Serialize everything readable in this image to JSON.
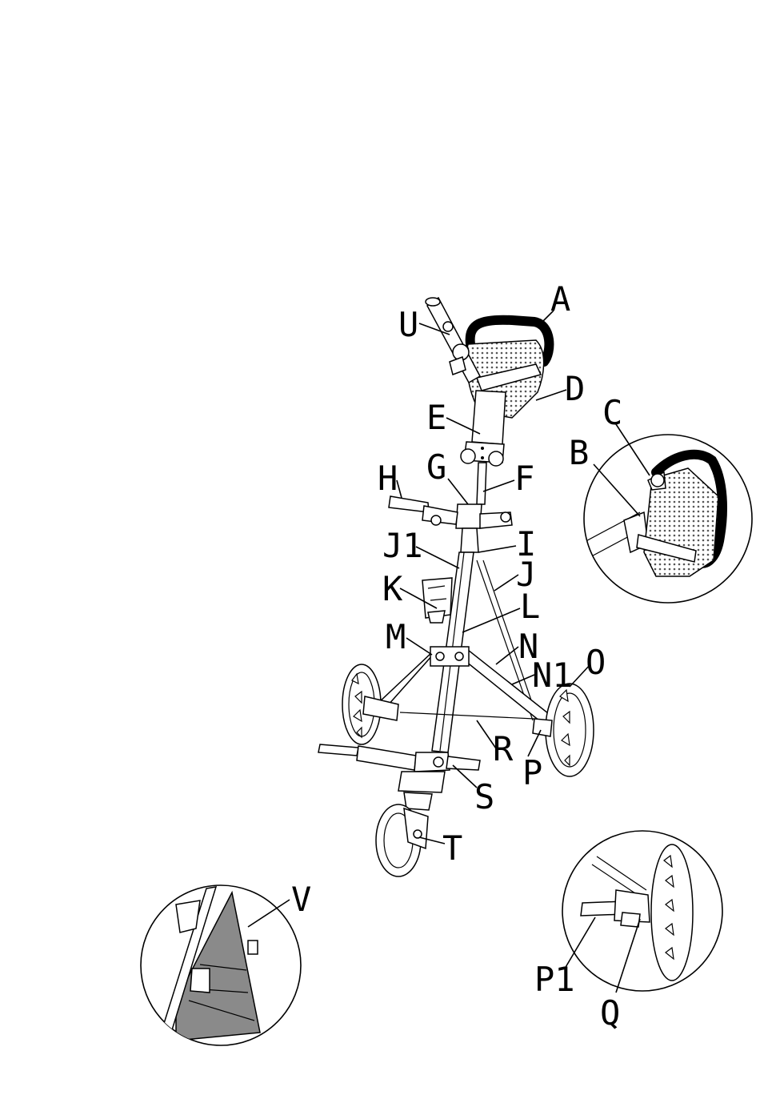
{
  "diagram": {
    "callouts": {
      "A": "A",
      "B": "B",
      "C": "C",
      "D": "D",
      "E": "E",
      "F": "F",
      "G": "G",
      "H": "H",
      "I": "I",
      "J": "J",
      "J1": "J1",
      "K": "K",
      "L": "L",
      "M": "M",
      "N": "N",
      "N1": "N1",
      "O": "O",
      "P": "P",
      "P1": "P1",
      "Q": "Q",
      "R": "R",
      "S": "S",
      "T": "T",
      "U": "U",
      "V": "V"
    },
    "colors": {
      "line": "#000000",
      "background": "#ffffff",
      "panel_fill": "#8a8a8a"
    }
  }
}
